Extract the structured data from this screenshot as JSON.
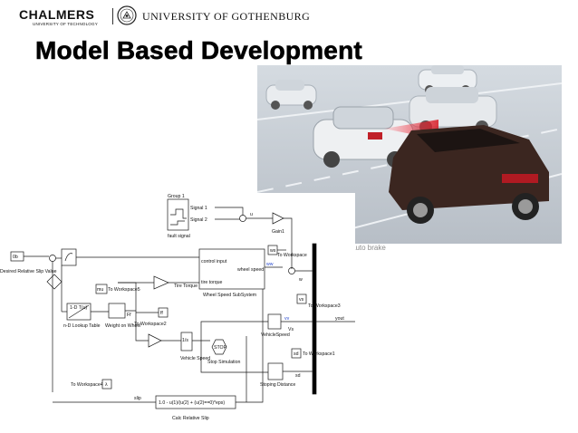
{
  "header": {
    "logo_chalmers": "CHALMERS",
    "logo_chalmers_sub": "UNIVERSITY OF TECHNOLOGY",
    "logo_gu": "UNIVERSITY OF GOTHENBURG"
  },
  "slide": {
    "title": "Model Based Development",
    "photo_caption": "auto brake"
  },
  "diagram": {
    "blocks": {
      "group1": "Group 1",
      "signal1": "Signal 1",
      "signal2": "Signal 2",
      "fault_signal": "fault signal",
      "gain1": "Gain1",
      "ws": "ws",
      "to_workspace": "To Workspace",
      "desired_slip_const": "0b",
      "desired_slip_value": "Desired Relative Slip Value",
      "control_input": "control input",
      "wheel_speed": "wheel speed",
      "tire_torque": "tire torque",
      "wheel_speed_subsystem": "Wheel Speed SubSystem",
      "w_label": "w",
      "tire_torque_block": "Tire Torque",
      "mu": "mu",
      "to_workspace5": "To Workspace5",
      "lookup_fn": "1-D T(u)",
      "lookup_table": "n-D Lookup Table",
      "weight_on_wheel": "Weight on Wheel",
      "ff_label": "Ff",
      "ff_block": "ff",
      "to_workspace2": "To Workspace2",
      "integrator_1s": "1/s",
      "vehicle_speed_block": "Vehicle Speed",
      "stop": "STOP",
      "stop_simulation": "Stop Simulation",
      "vs_block": "vs",
      "to_workspace3": "To Workspace3",
      "vs_label": "Vs",
      "vehicle_speed_out": "VehicleSpeed",
      "yout": "yout",
      "sd": "sd",
      "to_workspace1": "To Workspace1",
      "sd_label": "sd",
      "stopping_distance": "Stoping Distance",
      "to_workspace4": "To Workspace4",
      "lambda": "λ",
      "slip": "slip",
      "calc_expr": "1.0 - u(1)/(u(2) + (u(2)==0)*eps)",
      "calc_relative_slip": "Calc Relative Slip",
      "wv_label": "ww",
      "vv_label": "vv",
      "u_label": "u",
      "ww_tag": "w",
      "plus": "+",
      "minus": "-"
    }
  },
  "colors": {
    "diagram_signal": "#1a1a1a",
    "gain_fill": "#ffffff",
    "photo_sky": "#cfd6de",
    "car_brown": "#3b2620",
    "laser_red": "#d8202a"
  }
}
